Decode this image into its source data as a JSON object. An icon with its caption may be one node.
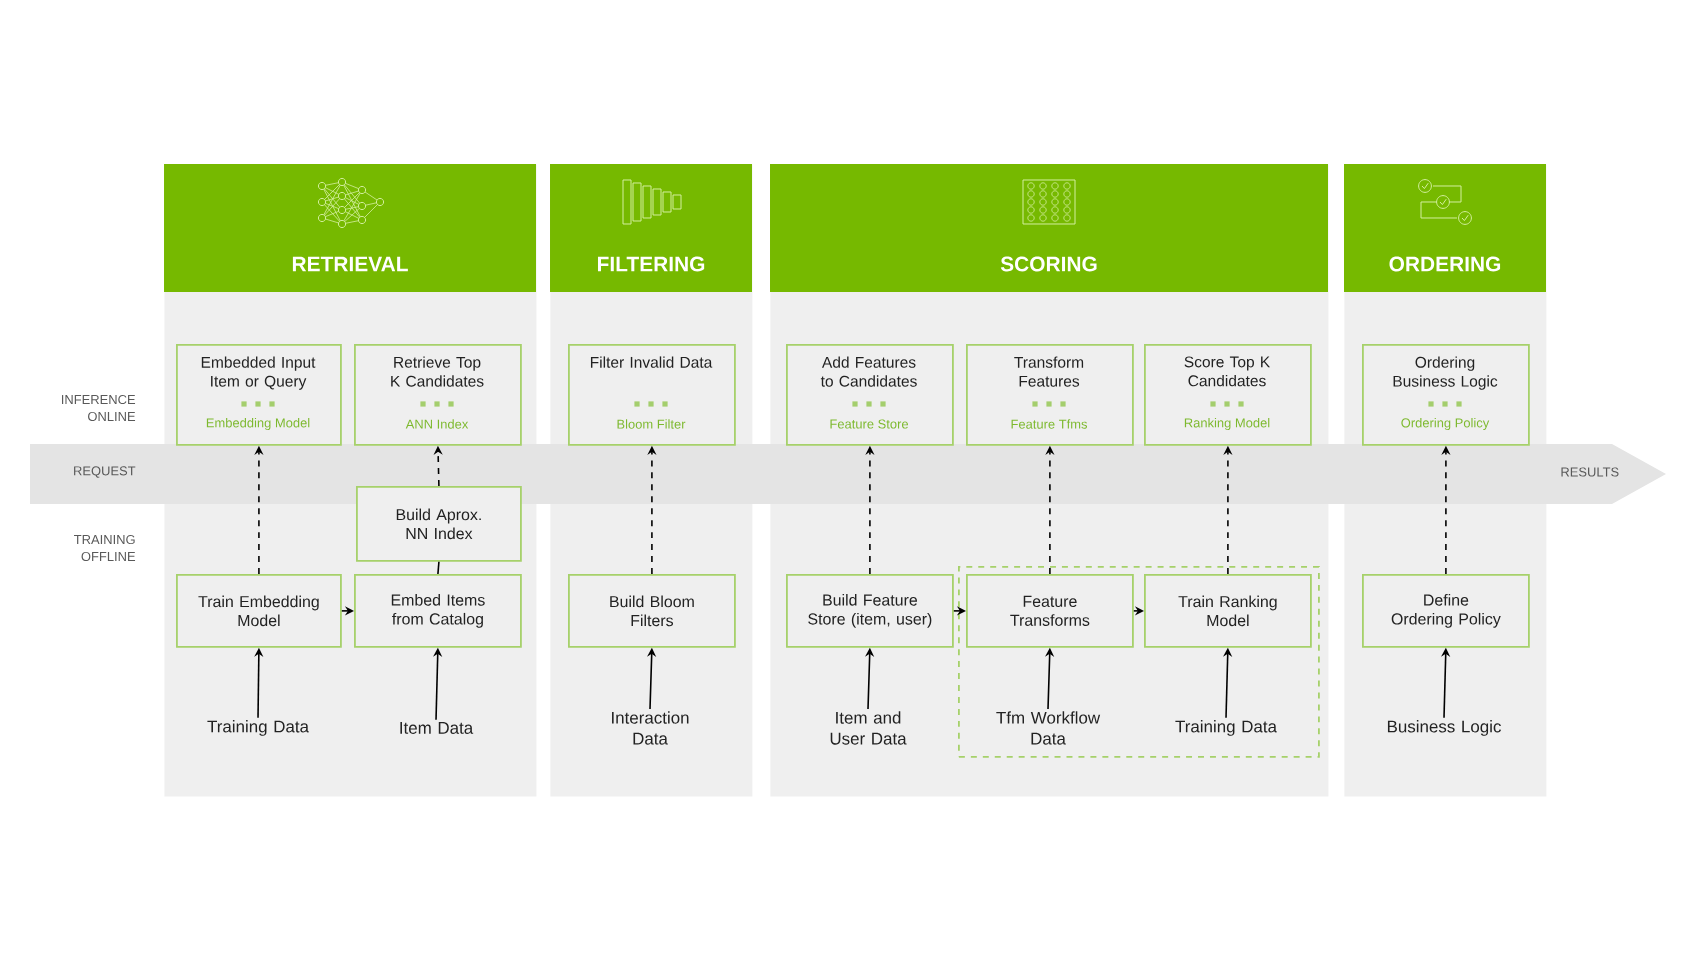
{
  "diagram": {
    "nodes": [
      {
        "text": [
          "RETRIEVAL"
        ]
      },
      {
        "text": [
          "Embedded Input Item or Query",
          "Embedding Model"
        ],
        "in": 0
      },
      {
        "text": [
          "Retrieve Top K Candidates",
          "ANN Index"
        ],
        "in": 0
      },
      {
        "text": [
          "Build Aprox. NN Index"
        ],
        "in": 0
      },
      {
        "text": [
          "Train Embedding Model"
        ],
        "in": 0
      },
      {
        "text": [
          "Embed Items from Catalog"
        ],
        "in": 0
      },
      {
        "text": [
          "Training Data"
        ],
        "in": 0
      },
      {
        "text": [
          "Item Data"
        ],
        "in": 0
      },
      {
        "text": [
          "FILTERING"
        ]
      },
      {
        "text": [
          "Filter Invalid Data",
          "Bloom Filter"
        ],
        "in": 8
      },
      {
        "text": [
          "Build Bloom Filters"
        ],
        "in": 8
      },
      {
        "text": [
          "Interaction Data"
        ],
        "in": 8
      },
      {
        "text": [
          "SCORING"
        ]
      },
      {
        "text": [
          "Add Features to Candidates",
          "Feature Store"
        ],
        "in": 12
      },
      {
        "text": [
          "Transform Features",
          "Feature Tfms"
        ],
        "in": 12
      },
      {
        "text": [
          "Score Top K Candidates",
          "Ranking Model"
        ],
        "in": 12
      },
      {
        "text": [
          "Build Feature Store (item, user)"
        ],
        "in": 12
      },
      {
        "text": [],
        "shape": "box",
        "in": 12
      },
      {
        "text": [
          "Feature Transforms"
        ],
        "in": 17
      },
      {
        "text": [
          "Train Ranking Model"
        ],
        "in": 17
      },
      {
        "text": [
          "Item and User Data"
        ],
        "in": 12
      },
      {
        "text": [
          "Tfm Workflow Data"
        ],
        "in": 17
      },
      {
        "text": [
          "Training Data"
        ],
        "in": 17
      },
      {
        "text": [
          "ORDERING"
        ]
      },
      {
        "text": [
          "Ordering Business Logic",
          "Ordering Policy"
        ],
        "in": 23
      },
      {
        "text": [
          "Define Ordering Policy"
        ],
        "in": 23
      },
      {
        "text": [
          "Business Logic"
        ],
        "in": 23
      }
    ],
    "edges": [
      {
        "from": 4,
        "to": 1,
        "arrow": "to",
        "style": "dashed"
      },
      {
        "from": 5,
        "to": 3,
        "arrow": "none"
      },
      {
        "from": 3,
        "to": 2,
        "arrow": "to",
        "style": "dashed"
      },
      {
        "from": 4,
        "to": 5,
        "arrow": "to"
      },
      {
        "from": 6,
        "to": 4,
        "arrow": "to"
      },
      {
        "from": 7,
        "to": 5,
        "arrow": "to"
      },
      {
        "from": 10,
        "to": 9,
        "arrow": "to",
        "style": "dashed"
      },
      {
        "from": 11,
        "to": 10,
        "arrow": "to"
      },
      {
        "from": 16,
        "to": 13,
        "arrow": "to",
        "style": "dashed"
      },
      {
        "from": 18,
        "to": 14,
        "arrow": "to",
        "style": "dashed"
      },
      {
        "from": 19,
        "to": 15,
        "arrow": "to",
        "style": "dashed"
      },
      {
        "from": 16,
        "to": 18,
        "arrow": "to"
      },
      {
        "from": 18,
        "to": 19,
        "arrow": "to"
      },
      {
        "from": 20,
        "to": 16,
        "arrow": "to"
      },
      {
        "from": 21,
        "to": 18,
        "arrow": "to"
      },
      {
        "from": 22,
        "to": 19,
        "arrow": "to"
      },
      {
        "from": 25,
        "to": 24,
        "arrow": "to",
        "style": "dashed"
      },
      {
        "from": 26,
        "to": 25,
        "arrow": "to"
      }
    ],
    "labels": [
      "INFERENCE ONLINE",
      "REQUEST",
      "RESULTS",
      "TRAINING OFFLINE"
    ]
  }
}
